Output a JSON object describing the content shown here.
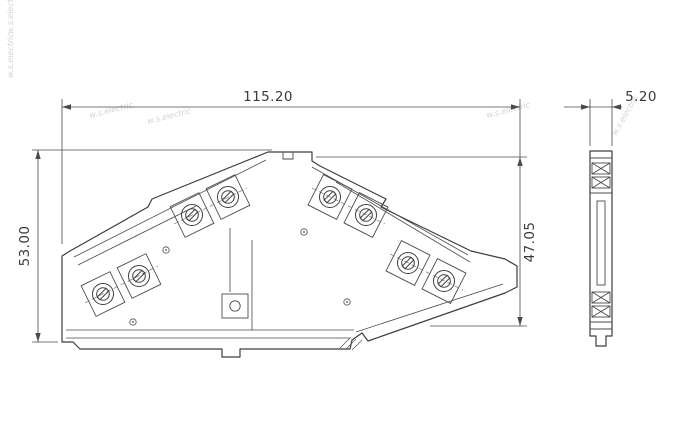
{
  "drawing": {
    "dimensions": {
      "front_width_mm": "115.20",
      "front_height_mm": "53.00",
      "right_height_mm": "47.05",
      "side_width_mm": "5.20"
    },
    "watermark_text": "w.s.electric",
    "colors": {
      "background": "#ffffff",
      "outline": "#3d3d3d",
      "dimension_line": "#4a4a4a",
      "label_text": "#3a3a3a",
      "watermark": "#a8adba"
    }
  }
}
